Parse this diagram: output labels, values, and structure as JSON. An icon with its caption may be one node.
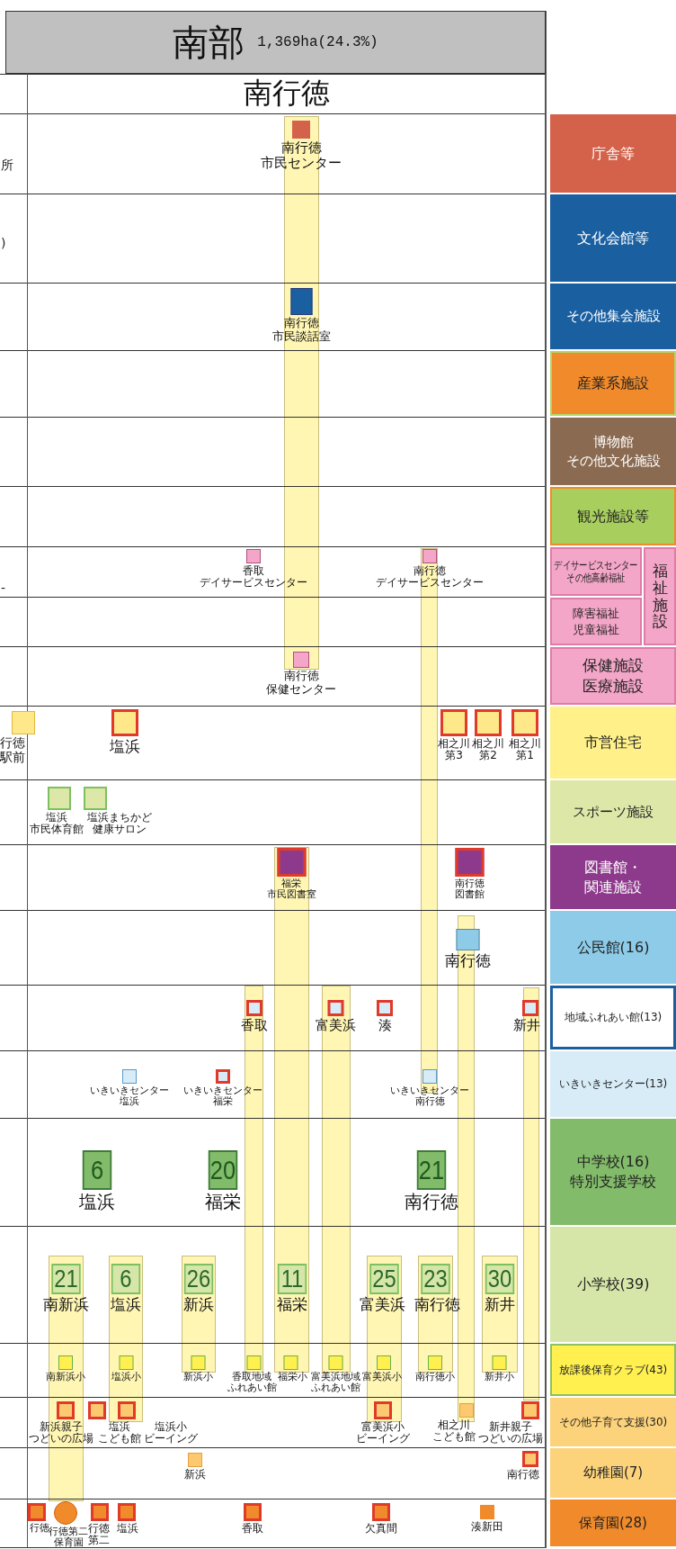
{
  "diagram": {
    "title": "南部",
    "nodes": [
      {
        "text": [
          "南行徳市民センター"
        ]
      },
      {
        "text": [
          "南行徳市民談話室"
        ]
      },
      {
        "text": [
          "香取デイサービスセンター"
        ]
      },
      {
        "text": [
          "南行徳デイサービスセンター"
        ]
      },
      {
        "text": [
          "南行徳保健センター"
        ]
      },
      {
        "text": [
          "行徳駅前"
        ]
      },
      {
        "text": [
          "塩浜"
        ]
      },
      {
        "text": [
          "相之川第3"
        ]
      },
      {
        "text": [
          "相之川第2"
        ]
      },
      {
        "text": [
          "相之川第1"
        ]
      },
      {
        "text": [
          "塩浜市民体育館"
        ]
      },
      {
        "text": [
          "塩浜まちかど健康サロン"
        ]
      },
      {
        "text": [
          "福栄市民図書室"
        ]
      },
      {
        "text": [
          "南行徳図書館"
        ]
      },
      {
        "text": [
          "南行徳"
        ]
      },
      {
        "text": [
          "香取"
        ]
      },
      {
        "text": [
          "富美浜"
        ]
      },
      {
        "text": [
          "湊"
        ]
      },
      {
        "text": [
          "新井"
        ]
      },
      {
        "text": [
          "いきいきセンター塩浜"
        ]
      },
      {
        "text": [
          "いきいきセンター福栄"
        ]
      },
      {
        "text": [
          "いきいきセンター南行徳"
        ]
      },
      {
        "text": [
          "6",
          "塩浜"
        ]
      },
      {
        "text": [
          "20",
          "福栄"
        ]
      },
      {
        "text": [
          "21",
          "南行徳"
        ]
      },
      {
        "text": [
          "21",
          "南新浜"
        ]
      },
      {
        "text": [
          "6",
          "塩浜"
        ]
      },
      {
        "text": [
          "26",
          "新浜"
        ]
      },
      {
        "text": [
          "11",
          "福栄"
        ]
      },
      {
        "text": [
          "25",
          "富美浜"
        ]
      },
      {
        "text": [
          "23",
          "南行徳"
        ]
      },
      {
        "text": [
          "30",
          "新井"
        ]
      },
      {
        "text": [
          "南新浜小"
        ]
      },
      {
        "text": [
          "塩浜小"
        ]
      },
      {
        "text": [
          "新浜小"
        ]
      },
      {
        "text": [
          "香取地域ふれあい館"
        ]
      },
      {
        "text": [
          "福栄小"
        ]
      },
      {
        "text": [
          "富美浜地域ふれあい館"
        ]
      },
      {
        "text": [
          "富美浜小"
        ]
      },
      {
        "text": [
          "南行徳小"
        ]
      },
      {
        "text": [
          "新井小"
        ]
      },
      {
        "text": [
          "新浜親子つどいの広場"
        ]
      },
      {
        "text": [
          "塩浜こども館"
        ]
      },
      {
        "text": [
          "塩浜小ビーイング"
        ]
      },
      {
        "text": [
          "富美浜小ビーイング"
        ]
      },
      {
        "text": [
          "相之川こども館"
        ]
      },
      {
        "text": [
          "新井親子つどいの広場"
        ]
      },
      {
        "text": [
          "新浜"
        ]
      },
      {
        "text": [
          "南行徳"
        ]
      },
      {
        "text": [
          "行徳"
        ]
      },
      {
        "text": [
          "行徳第二保育園"
        ]
      },
      {
        "text": [
          "行徳第二"
        ]
      },
      {
        "text": [
          "塩浜"
        ]
      },
      {
        "text": [
          "香取"
        ]
      },
      {
        "text": [
          "欠真間"
        ]
      },
      {
        "text": [
          "湊新田"
        ]
      }
    ],
    "labels": [
      "1,369ha(24.3%)",
      "南行徳",
      "所",
      ")",
      "-"
    ],
    "legend": [
      {
        "text": "庁舎等",
        "color": "#d4614a"
      },
      {
        "text": "文化会館等",
        "color": "#1a5fa0"
      },
      {
        "text": "その他集会施設",
        "color": "#1a5fa0"
      },
      {
        "text": "産業系施設",
        "color": "#f08a2a"
      },
      {
        "text": "博物館その他文化施設",
        "color": "#8a6a50"
      },
      {
        "text": "観光施設等",
        "color": "#a8cf5e"
      },
      {
        "text": "デイサービスセンターその他高齢福祉",
        "color": "#f4a6c8"
      },
      {
        "text": "障害福祉児童福祉",
        "color": "#f4a6c8"
      },
      {
        "text": "福祉施設",
        "color": "#f4a6c8"
      },
      {
        "text": "保健施設医療施設",
        "color": "#f4a6c8"
      },
      {
        "text": "市営住宅",
        "color": "#fff08a"
      },
      {
        "text": "スポーツ施設",
        "color": "#dde8a8"
      },
      {
        "text": "図書館・関連施設",
        "color": "#8e3a8c"
      },
      {
        "text": "公民館(16)",
        "color": "#8ecbe8"
      },
      {
        "text": "地域ふれあい館(13)",
        "color": "#ffffff"
      },
      {
        "text": "いきいきセンター(13)",
        "color": "#d8ecf8"
      },
      {
        "text": "中学校(16) 特別支援学校",
        "color": "#82bb6a"
      },
      {
        "text": "小学校(39)",
        "color": "#d6e6a8"
      },
      {
        "text": "放課後保育クラブ(43)",
        "color": "#fff050"
      },
      {
        "text": "その他子育て支援(30)",
        "color": "#fcd27a"
      },
      {
        "text": "幼稚園(7)",
        "color": "#fcd27a"
      },
      {
        "text": "保育園(28)",
        "color": "#f08a2a"
      }
    ]
  }
}
